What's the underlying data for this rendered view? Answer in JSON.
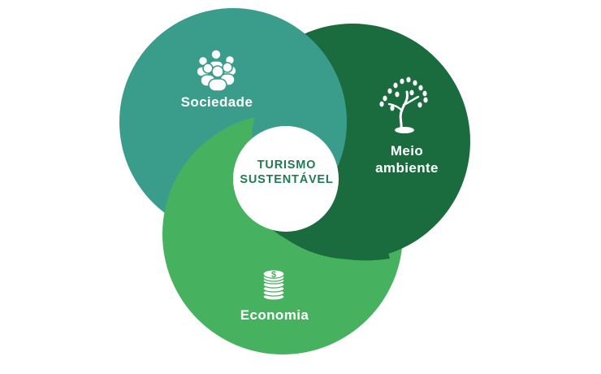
{
  "title": {
    "line1": "TURISMO",
    "line2": "SUSTENTÁVEL"
  },
  "circles": {
    "sociedade": {
      "label": "Sociedade",
      "color": "#3a9d8c",
      "icon": "people-group-icon"
    },
    "meio_ambiente": {
      "label_line1": "Meio",
      "label_line2": "ambiente",
      "color": "#1a6b3e",
      "icon": "tree-icon"
    },
    "economia": {
      "label": "Economia",
      "color": "#46b15f",
      "icon": "coin-stack-icon",
      "coin_symbol": "$"
    }
  },
  "center": {
    "background": "#ffffff",
    "text_color": "#1f7b51"
  },
  "label_color": "#ffffff",
  "page_background": "#ffffff"
}
